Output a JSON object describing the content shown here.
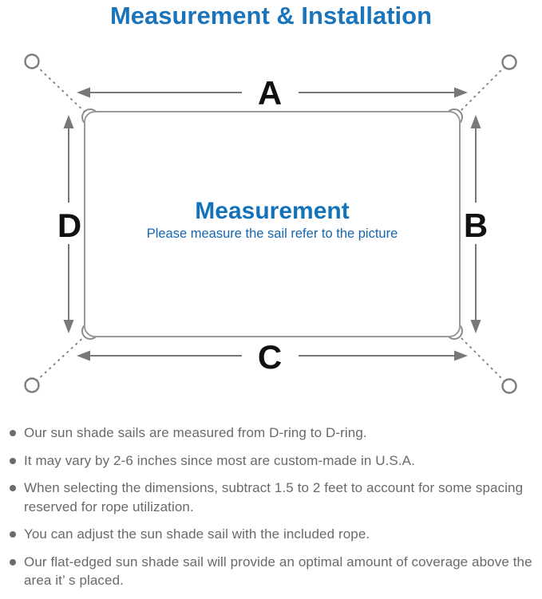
{
  "title": "Measurement & Installation",
  "diagram": {
    "side_labels": {
      "top": "A",
      "right": "B",
      "bottom": "C",
      "left": "D"
    },
    "center_title": "Measurement",
    "center_subtitle": "Please measure the sail refer to the picture",
    "icons": {
      "corner_anchor": "open-circle",
      "corner_hardware": "d-ring-semicircle",
      "rope": "dashed-line",
      "dimension": "double-headed-arrow"
    }
  },
  "bullets": [
    "Our sun shade sails are measured from D-ring to D-ring.",
    "It may vary by 2-6 inches since most are custom-made in U.S.A.",
    "When selecting the dimensions, subtract 1.5 to 2 feet to account for some spacing reserved for rope utilization.",
    "You can adjust the sun shade sail with the included rope.",
    "Our flat-edged sun shade sail will provide an optimal amount of coverage above the area it’ s placed."
  ],
  "colors": {
    "title_blue": "#1b74ba",
    "center_blue": "#1273b8",
    "subtitle_blue": "#1566b0",
    "diagram_gray": "#787878",
    "text_gray": "#696969",
    "label_black": "#111111"
  }
}
